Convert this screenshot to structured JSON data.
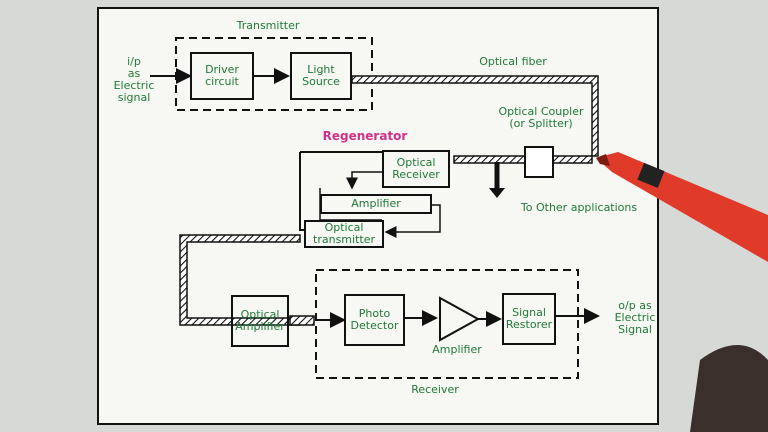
{
  "title_transmitter": "Transmitter",
  "title_regenerator": "Regenerator",
  "title_receiver": "Receiver",
  "input_label": "i/p\nas\nElectric\nsignal",
  "output_label": "o/p as\nElectric\nSignal",
  "optical_fiber_label": "Optical fiber",
  "coupler_label": "Optical Coupler\n(or Splitter)",
  "other_apps_label": "To Other applications",
  "blocks": {
    "driver": "Driver\ncircuit",
    "light_source": "Light\nSource",
    "optical_receiver": "Optical\nReceiver",
    "amplifier_regen": "Amplifier",
    "optical_transmitter": "Optical\ntransmitter",
    "optical_amplifier": "Optical\nAmplifier",
    "photo_detector": "Photo\nDetector",
    "amplifier_rx": "Amplifier",
    "signal_restorer": "Signal\nRestorer"
  },
  "colors": {
    "ink": "#1f7a3a",
    "pink": "#d0308a",
    "paper": "#f7f7f3",
    "pen": "#e03a2a"
  }
}
